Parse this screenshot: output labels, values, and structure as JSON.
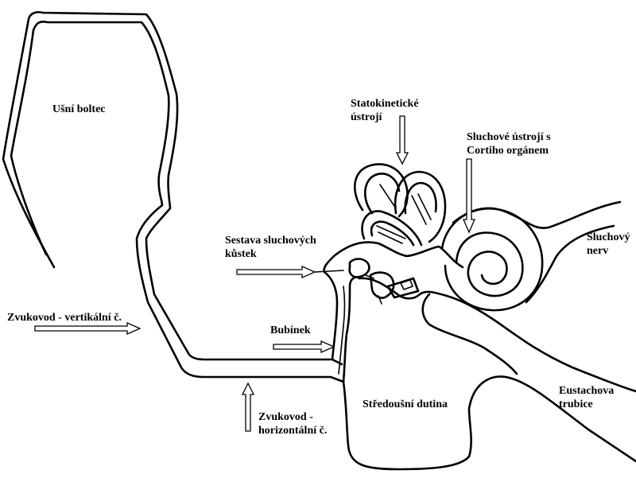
{
  "labels": {
    "usni_boltec": "Ušní boltec",
    "statokineticke": [
      "Statokinetické",
      "ústrojí"
    ],
    "sluchove_ustroji": [
      "Sluchové ústrojí s",
      "Cortiho orgánem"
    ],
    "sestava_kustek": [
      "Sestava sluchových",
      "kůstek"
    ],
    "sluchovy_nerv": [
      "Sluchový",
      "nerv"
    ],
    "zvukovod_vertikalni": "Zvukovod - vertikální č.",
    "bubinek": "Bubínek",
    "eustachova_trubice": [
      "Eustachova",
      "trubice"
    ],
    "stredousni_dutina": "Středoušní dutina",
    "zvukovod_horizontalni": [
      "Zvukovod -",
      "horizontální č."
    ]
  },
  "colors": {
    "ink": "#000000",
    "paper": "#ffffff"
  }
}
